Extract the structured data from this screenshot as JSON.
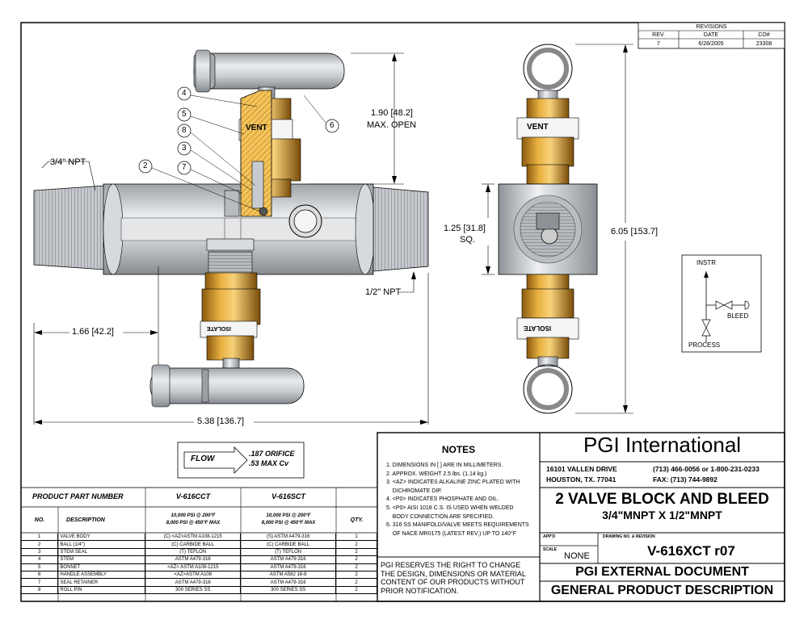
{
  "revisions": {
    "title": "REVISIONS",
    "headers": [
      "REV.",
      "DATE",
      "CO#"
    ],
    "row": [
      "7",
      "6/28/2005",
      "23308"
    ]
  },
  "front_view": {
    "npt_left": "3/4\" NPT",
    "npt_right": "1/2\" NPT",
    "dim_open": "1.90 [48.2]",
    "dim_open_note": "MAX. OPEN",
    "dim_offset": "1.66 [42.2]",
    "dim_length": "5.38 [136.7]",
    "vent_label": "VENT",
    "isolate_label": "ISOLATE",
    "balloons": [
      "4",
      "5",
      "8",
      "3",
      "7",
      "2",
      "6"
    ]
  },
  "side_view": {
    "dim_square": "1.25 [31.8]",
    "dim_square_note": "SQ.",
    "dim_height": "6.05 [153.7]",
    "vent_label": "VENT",
    "isolate_label": "ISOLATE"
  },
  "schematic": {
    "instr": "INSTR",
    "bleed": "BLEED",
    "process": "PROCESS"
  },
  "flow": {
    "label": "FLOW",
    "line1": ".187 ORIFICE",
    "line2": ".53 MAX Cv"
  },
  "parts_table": {
    "header_label": "PRODUCT PART NUMBER",
    "part_numbers": [
      "V-616CCT",
      "V-616SCT"
    ],
    "col_no": "NO.",
    "col_desc": "DESCRIPTION",
    "col_qty": "QTY.",
    "rating1": [
      "10,000 PSI @ 200°F",
      "8,000 PSI @ 450°F MAX"
    ],
    "rating2": [
      "10,000 PSI @ 200°F",
      "8,000 PSI @ 450°F MAX"
    ],
    "rows": [
      {
        "no": "1",
        "desc": "VALVE BODY",
        "c1": "(C)  <AZ>ASTM A108-1215",
        "c2": "(S)  ASTM A479-316",
        "qty": "1"
      },
      {
        "no": "2",
        "desc": "BALL (1/4\")",
        "c1": "(C)      CARBIDE BALL",
        "c2": "(C)      CARBIDE BALL",
        "qty": "2"
      },
      {
        "no": "3",
        "desc": "STEM SEAL",
        "c1": "(T)  TEFLON",
        "c2": "(T)  TEFLON",
        "qty": "2"
      },
      {
        "no": "4",
        "desc": "STEM",
        "c1": "ASTM A479-316",
        "c2": "ASTM A479-316",
        "qty": "2"
      },
      {
        "no": "5",
        "desc": "BONNET",
        "c1": "<AZ> ASTM A108-1215",
        "c2": "ASTM A479-316",
        "qty": "2"
      },
      {
        "no": "6",
        "desc": "HANDLE ASSEMBLY",
        "c1": "<AZ>ASTM A108",
        "c2": "ASTM A582 18-8",
        "qty": "2"
      },
      {
        "no": "7",
        "desc": "SEAL RETAINER",
        "c1": "ASTM A479-316",
        "c2": "ASTM A479-316",
        "qty": "2"
      },
      {
        "no": "8",
        "desc": "ROLL PIN",
        "c1": "300 SERIES SS",
        "c2": "300 SERIES SS",
        "qty": "2"
      }
    ]
  },
  "notes": {
    "title": "NOTES",
    "items": [
      "1. DIMENSIONS IN [ ] ARE IN MILLIMETERS.",
      "2. APPROX. WEIGHT 2.5 lbs. (1.14 kg.)",
      "3. <AZ> INDICATES ALKALINE ZINC PLATED WITH",
      "    DICHROMATE DIP.",
      "4. <P0> INDICATES PHOSPHATE AND OIL.",
      "5. <P0> AISI 1018 C.S. IS USED WHEN WELDED",
      "    BODY CONNECTION ARE SPECIFIED.",
      "6. 316 SS MANIFOLD/VALVE MEETS REQUIREMENTS",
      "    OF NACE MR0175 (LATEST REV.) UP TO 140°F"
    ],
    "disclaimer": [
      "PGI RESERVES THE RIGHT TO CHANGE",
      "THE DESIGN, DIMENSIONS OR MATERIAL",
      "CONTENT OF OUR PRODUCTS WITHOUT",
      "PRIOR NOTIFICATION."
    ]
  },
  "title_block": {
    "company": "PGI International",
    "address1": "16101 VALLEN DRIVE",
    "address2": "HOUSTON, TX. 77041",
    "phone": "(713) 466-0056 or 1-800-231-0233",
    "fax": "FAX: (713) 744-9892",
    "product": "2 VALVE BLOCK AND BLEED",
    "connections": "3/4\"MNPT X 1/2\"MNPT",
    "appd_label": "APP'D",
    "drawing_label": "DRAWING NO. & REVISION",
    "scale_label": "SCALE",
    "scale_value": "NONE",
    "drawing_number": "V-616XCT r07",
    "doc_type": "PGI EXTERNAL DOCUMENT",
    "doc_desc": "GENERAL PRODUCT DESCRIPTION"
  }
}
